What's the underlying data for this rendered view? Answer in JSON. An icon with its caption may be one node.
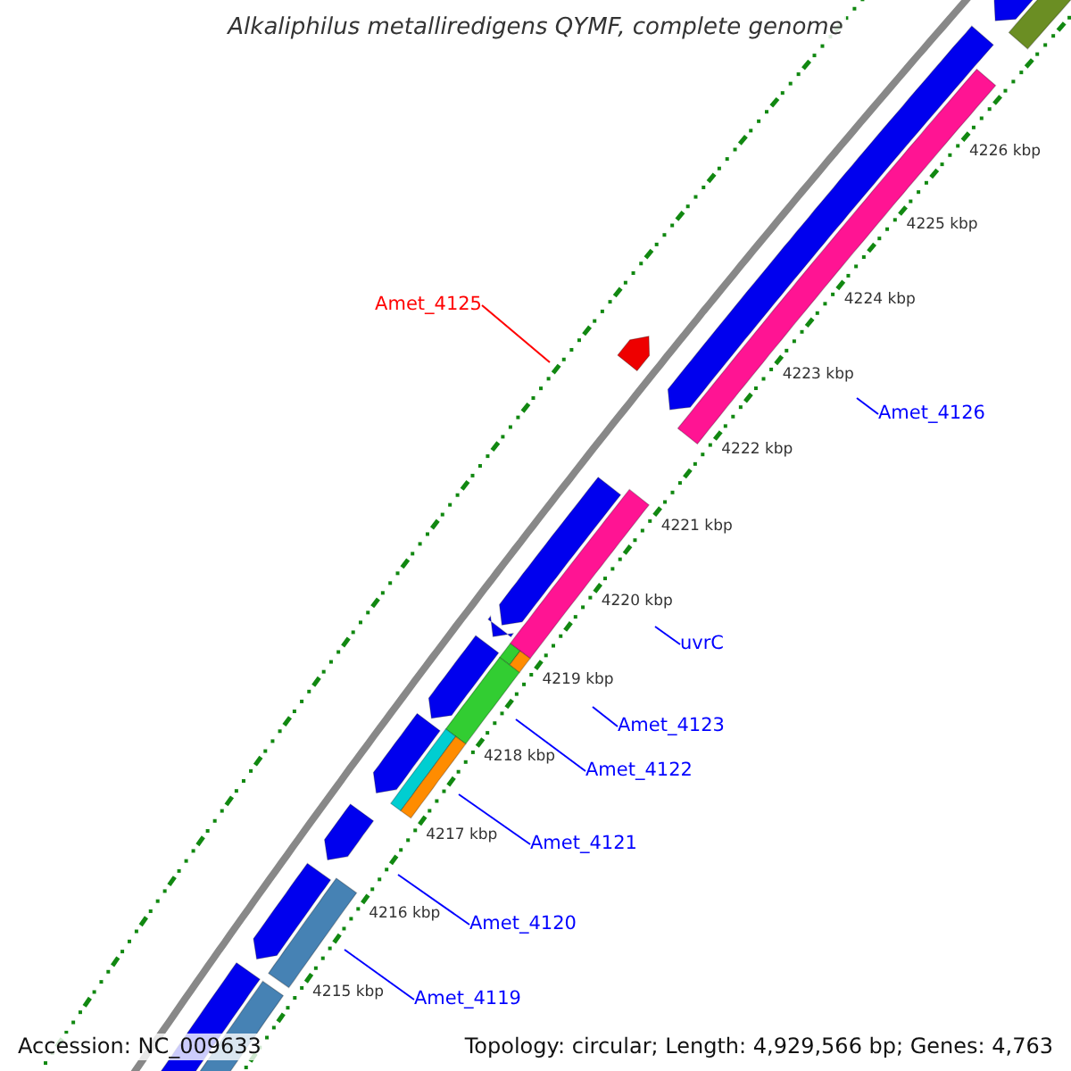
{
  "diagram": {
    "title": "Alkaliphilus metalliredigens QYMF, complete genome",
    "nodes": [
      {
        "text": [
          "Amet_4125"
        ]
      },
      {
        "text": [
          "Amet_4126"
        ]
      },
      {
        "text": [
          "uvrC"
        ]
      },
      {
        "text": [
          "Amet_4123"
        ]
      },
      {
        "text": [
          "Amet_4122"
        ]
      },
      {
        "text": [
          "Amet_4121"
        ]
      },
      {
        "text": [
          "Amet_4120"
        ]
      },
      {
        "text": [
          "Amet_4119"
        ]
      }
    ],
    "edges": [
      {
        "from": 0,
        "to": null,
        "arrow": "none",
        "color": "#ff0000"
      },
      {
        "from": 1,
        "to": null,
        "arrow": "none"
      },
      {
        "from": 2,
        "to": null,
        "arrow": "none"
      },
      {
        "from": 3,
        "to": null,
        "arrow": "none"
      },
      {
        "from": 4,
        "to": null,
        "arrow": "none"
      },
      {
        "from": 5,
        "to": null,
        "arrow": "none"
      },
      {
        "from": 6,
        "to": null,
        "arrow": "none"
      },
      {
        "from": 7,
        "to": null,
        "arrow": "none"
      }
    ],
    "labels": [
      "4226 kbp",
      "4225 kbp",
      "4224 kbp",
      "4223 kbp",
      "4222 kbp",
      "4221 kbp",
      "4220 kbp",
      "4219 kbp",
      "4218 kbp",
      "4217 kbp",
      "4216 kbp",
      "4215 kbp",
      "Accession: NC_009633",
      "Topology: circular; Length: 4,929,566 bp; Genes: 4,763"
    ]
  }
}
